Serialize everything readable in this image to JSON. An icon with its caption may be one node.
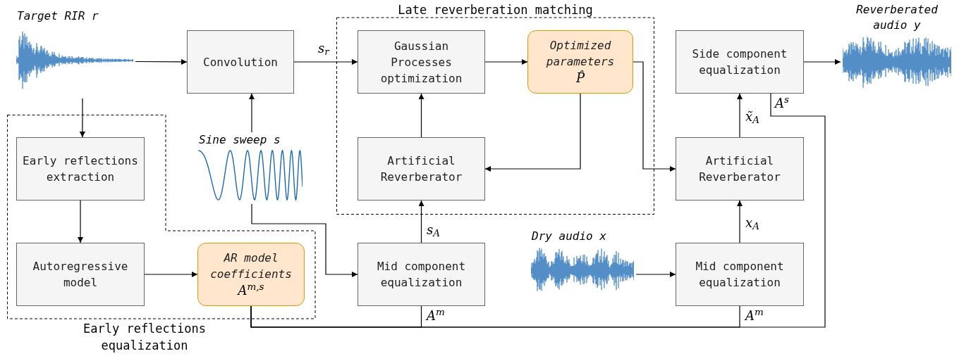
{
  "diagram": {
    "nodes": [
      {
        "text": [
          "Target RIR r"
        ]
      },
      {
        "text": [
          "Convolution"
        ]
      },
      {
        "text": [
          "Late reverberation matching"
        ]
      },
      {
        "text": [
          "Gaussian Processes optimization"
        ],
        "in": 2
      },
      {
        "text": [
          "Optimized parameters",
          "P̂"
        ],
        "in": 2
      },
      {
        "text": [
          "Artificial Reverberator"
        ],
        "in": 2
      },
      {
        "text": [
          "Side component equalization"
        ]
      },
      {
        "text": [
          "Reverberated audio y"
        ]
      },
      {
        "text": [
          "Early reflections equalization"
        ]
      },
      {
        "text": [
          "Early reflections extraction"
        ],
        "in": 8
      },
      {
        "text": [
          "Autoregressive model"
        ],
        "in": 8
      },
      {
        "text": [
          "AR model coefficients",
          "A$^{m,s}$"
        ],
        "in": 8
      },
      {
        "text": [
          "Sine sweep s"
        ]
      },
      {
        "text": [
          "Mid component equalization"
        ]
      },
      {
        "text": [
          "Dry audio x"
        ]
      },
      {
        "text": [
          "Artificial Reverberator"
        ]
      },
      {
        "text": [
          "Mid component equalization"
        ]
      }
    ],
    "edges": [
      {
        "from": 0,
        "to": 1,
        "arrow": "to"
      },
      {
        "from": 1,
        "to": 3,
        "arrow": "to",
        "label": "s$_{r}$"
      },
      {
        "from": 3,
        "to": 4,
        "arrow": "to"
      },
      {
        "from": 4,
        "to": 5,
        "arrow": "to"
      },
      {
        "from": 5,
        "to": 3,
        "arrow": "to"
      },
      {
        "from": 0,
        "to": 9,
        "arrow": "to"
      },
      {
        "from": 9,
        "to": 10,
        "arrow": "to"
      },
      {
        "from": 10,
        "to": 11,
        "arrow": "to"
      },
      {
        "from": 12,
        "to": 1,
        "arrow": "to"
      },
      {
        "from": 12,
        "to": 13,
        "arrow": "to"
      },
      {
        "from": 13,
        "to": 5,
        "arrow": "to",
        "label": "s$_{A}$"
      },
      {
        "from": 4,
        "to": 15,
        "arrow": "to"
      },
      {
        "from": 15,
        "to": 6,
        "arrow": "to",
        "label": "x̃$_{A}$"
      },
      {
        "from": 6,
        "to": 7,
        "arrow": "to"
      },
      {
        "from": 14,
        "to": 16,
        "arrow": "to"
      },
      {
        "from": 16,
        "to": 15,
        "arrow": "to",
        "label": "x$_{A}$"
      },
      {
        "from": 11,
        "to": 13,
        "arrow": "to",
        "label": "A$^{m}$"
      },
      {
        "from": 11,
        "to": 16,
        "arrow": "to",
        "label": "A$^{m}$"
      },
      {
        "from": 11,
        "to": 6,
        "arrow": "to",
        "label": "A$^{s}$"
      }
    ]
  }
}
